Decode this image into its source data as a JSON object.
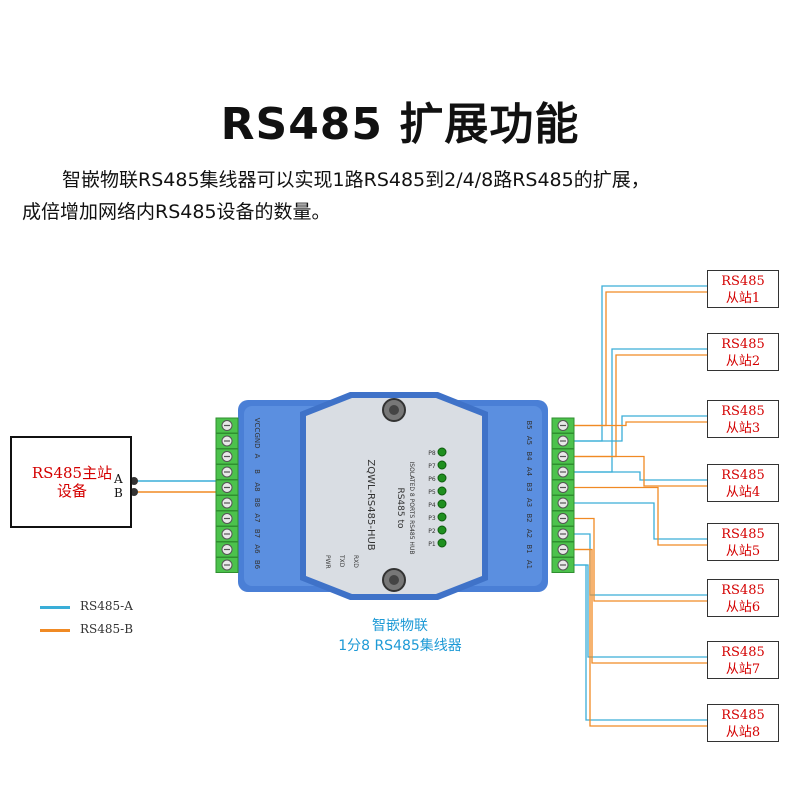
{
  "title": "RS485 扩展功能",
  "description": {
    "line1": "智嵌物联RS485集线器可以实现1路RS485到2/4/8路RS485的扩展，",
    "line2": "成倍增加网络内RS485设备的数量。"
  },
  "master": {
    "label_line1": "RS485主站",
    "label_line2": "设备",
    "port_a": "A",
    "port_b": "B"
  },
  "slaves": [
    {
      "line1": "RS485",
      "line2": "从站1"
    },
    {
      "line1": "RS485",
      "line2": "从站2"
    },
    {
      "line1": "RS485",
      "line2": "从站3"
    },
    {
      "line1": "RS485",
      "line2": "从站4"
    },
    {
      "line1": "RS485",
      "line2": "从站5"
    },
    {
      "line1": "RS485",
      "line2": "从站6"
    },
    {
      "line1": "RS485",
      "line2": "从站7"
    },
    {
      "line1": "RS485",
      "line2": "从站8"
    }
  ],
  "legend": [
    {
      "label": "RS485-A",
      "color": "#3aaed8"
    },
    {
      "label": "RS485-B",
      "color": "#f08a24"
    }
  ],
  "device": {
    "caption_line1": "智嵌物联",
    "caption_line2": "1分8  RS485集线器",
    "model": "ZQWL-RS485-HUB",
    "subtitle": "RS485 to",
    "subtitle2": "ISOLATED 8 PORTS RS485 HUB",
    "left_terminals": [
      "VCC",
      "GND",
      "A",
      "B",
      "A8",
      "B8",
      "A7",
      "B7",
      "A6",
      "B6"
    ],
    "right_terminals": [
      "B5",
      "A5",
      "B4",
      "A4",
      "B3",
      "A3",
      "B2",
      "A2",
      "B1",
      "A1"
    ],
    "leds": [
      "P8",
      "P7",
      "P6",
      "P5",
      "P4",
      "P3",
      "P2",
      "P1"
    ],
    "indicators": [
      "PWR",
      "TXD",
      "RXD"
    ],
    "body_color": "#4a7fd6",
    "terminal_color": "#4cc24c"
  }
}
